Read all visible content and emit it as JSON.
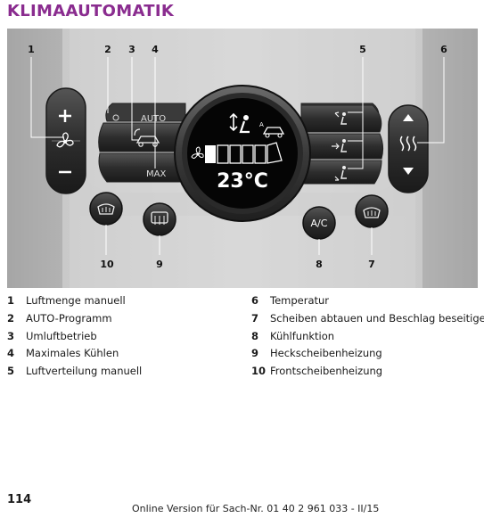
{
  "title": "KLIMAAUTOMATIK",
  "figure": {
    "callouts": [
      "1",
      "2",
      "3",
      "4",
      "5",
      "6",
      "10",
      "9",
      "8",
      "7"
    ],
    "button_labels": {
      "auto": "AUTO",
      "max": "MAX",
      "ac": "A/C"
    },
    "display": {
      "temperature": "23°C"
    },
    "icons": [
      "plus-icon",
      "minus-icon",
      "fan-icon",
      "recirculation-icon",
      "airflow-icon",
      "defrost-icon",
      "rear-defrost-icon",
      "arrow-up-icon",
      "arrow-down-icon",
      "seat-heating-icon"
    ]
  },
  "legend_left": [
    {
      "num": "1",
      "text": "Luftmenge manuell"
    },
    {
      "num": "2",
      "text": "AUTO-Programm"
    },
    {
      "num": "3",
      "text": "Umluftbetrieb"
    },
    {
      "num": "4",
      "text": "Maximales Kühlen"
    },
    {
      "num": "5",
      "text": "Luftverteilung manuell"
    }
  ],
  "legend_right": [
    {
      "num": "6",
      "text": "Temperatur"
    },
    {
      "num": "7",
      "text": "Scheiben abtauen und Beschlag beseitigen"
    },
    {
      "num": "8",
      "text": "Kühlfunktion"
    },
    {
      "num": "9",
      "text": "Heckscheibenheizung"
    },
    {
      "num": "10",
      "text": "Frontscheibenheizung"
    }
  ],
  "page_number": "114",
  "footer": "Online Version für Sach-Nr. 01 40 2 961 033 - II/15"
}
